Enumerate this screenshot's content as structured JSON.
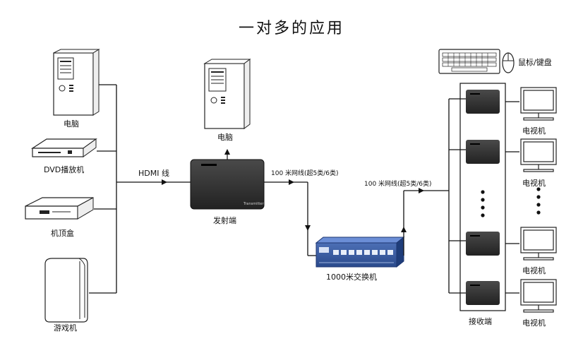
{
  "title": "一对多的应用",
  "sources": {
    "pc": "电脑",
    "dvd": "DVD播放机",
    "stb": "机顶盒",
    "console": "游戏机"
  },
  "hdmi_label": "HDMI 线",
  "transmitter": {
    "label": "发射端",
    "device_text": "Transmitter",
    "top_pc_label": "电脑"
  },
  "cable_label_1": "100 米网线(超5类/6类)",
  "cable_label_2": "100 米网线(超5类/6类)",
  "switch_label": "1000米交换机",
  "peripheral_label": "鼠标/键盘",
  "receiver_label": "接收端",
  "tvs": [
    "电视机",
    "电视机",
    "电视机",
    "电视机"
  ]
}
